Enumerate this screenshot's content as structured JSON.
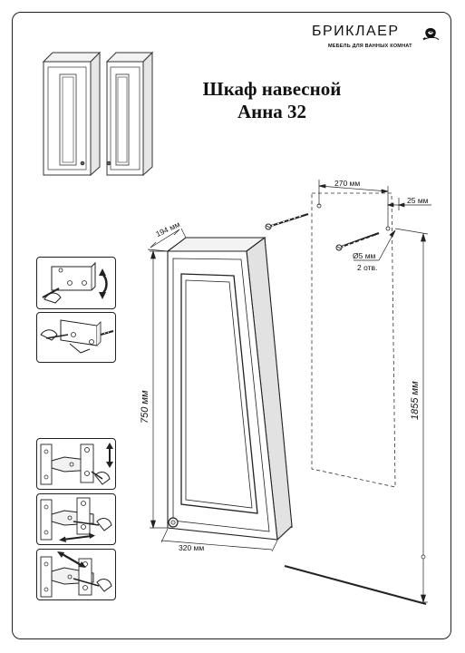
{
  "brand": {
    "name": "БРИКЛАЕР",
    "tagline": "МЕБЕЛЬ ДЛЯ ВАННЫХ КОМНАТ"
  },
  "title": {
    "line1": "Шкаф навесной",
    "line2": "Анна 32"
  },
  "dimensions": {
    "depth": "194 мм",
    "height": "750 мм",
    "width": "320 мм",
    "hole_spacing": "270 мм",
    "edge_offset": "25 мм",
    "mount_height": "1855 мм",
    "hole_diameter": "Ø5 мм",
    "hole_count": "2 отв."
  },
  "icons": {
    "logo": "rose-icon",
    "screws": "screw-icon",
    "hanger_steps": [
      "hanger-adjust-vertical-icon",
      "hanger-adjust-depth-icon"
    ],
    "hinge_steps": [
      "hinge-adjust-vertical-icon",
      "hinge-adjust-horizontal-icon",
      "hinge-adjust-depth-icon"
    ]
  },
  "colors": {
    "line": "#222222",
    "paper": "#ffffff",
    "shade": "#d9d9d9"
  }
}
